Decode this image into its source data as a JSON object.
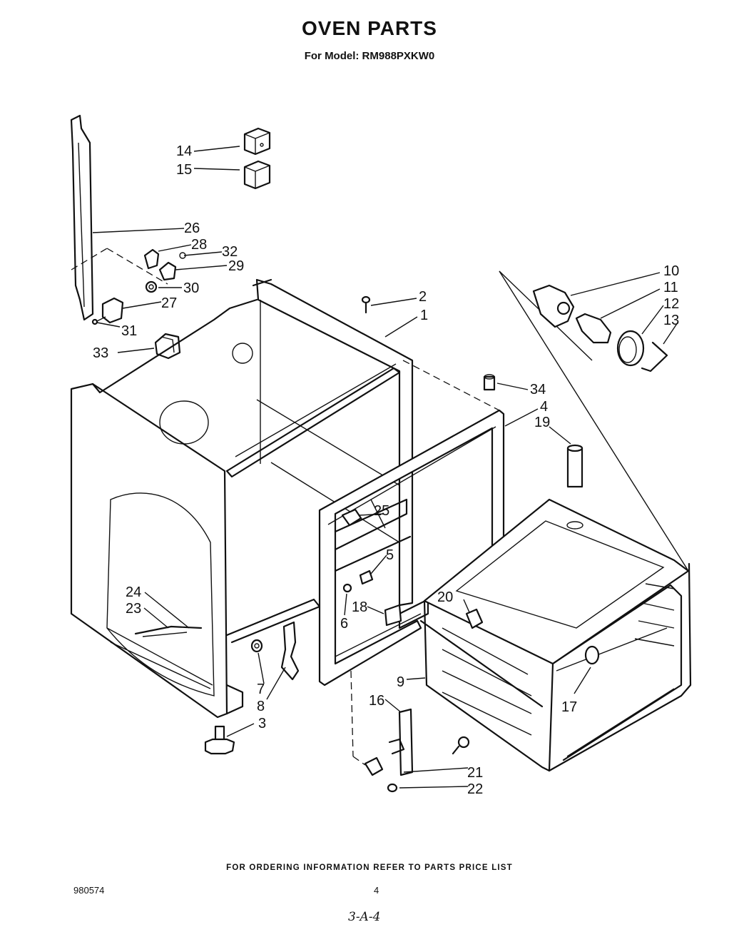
{
  "header": {
    "title": "OVEN PARTS",
    "model_line": "For Model: RM988PXKW0"
  },
  "footer": {
    "ordering_note": "FOR ORDERING INFORMATION REFER TO PARTS PRICE LIST",
    "document_number": "980574",
    "page_number": "4",
    "handwritten_note": "3-A-4"
  },
  "callouts": [
    "1",
    "2",
    "3",
    "4",
    "5",
    "6",
    "7",
    "8",
    "9",
    "10",
    "11",
    "12",
    "13",
    "14",
    "15",
    "16",
    "17",
    "18",
    "19",
    "20",
    "21",
    "22",
    "23",
    "24",
    "25",
    "26",
    "27",
    "28",
    "29",
    "30",
    "31",
    "32",
    "33",
    "34"
  ]
}
